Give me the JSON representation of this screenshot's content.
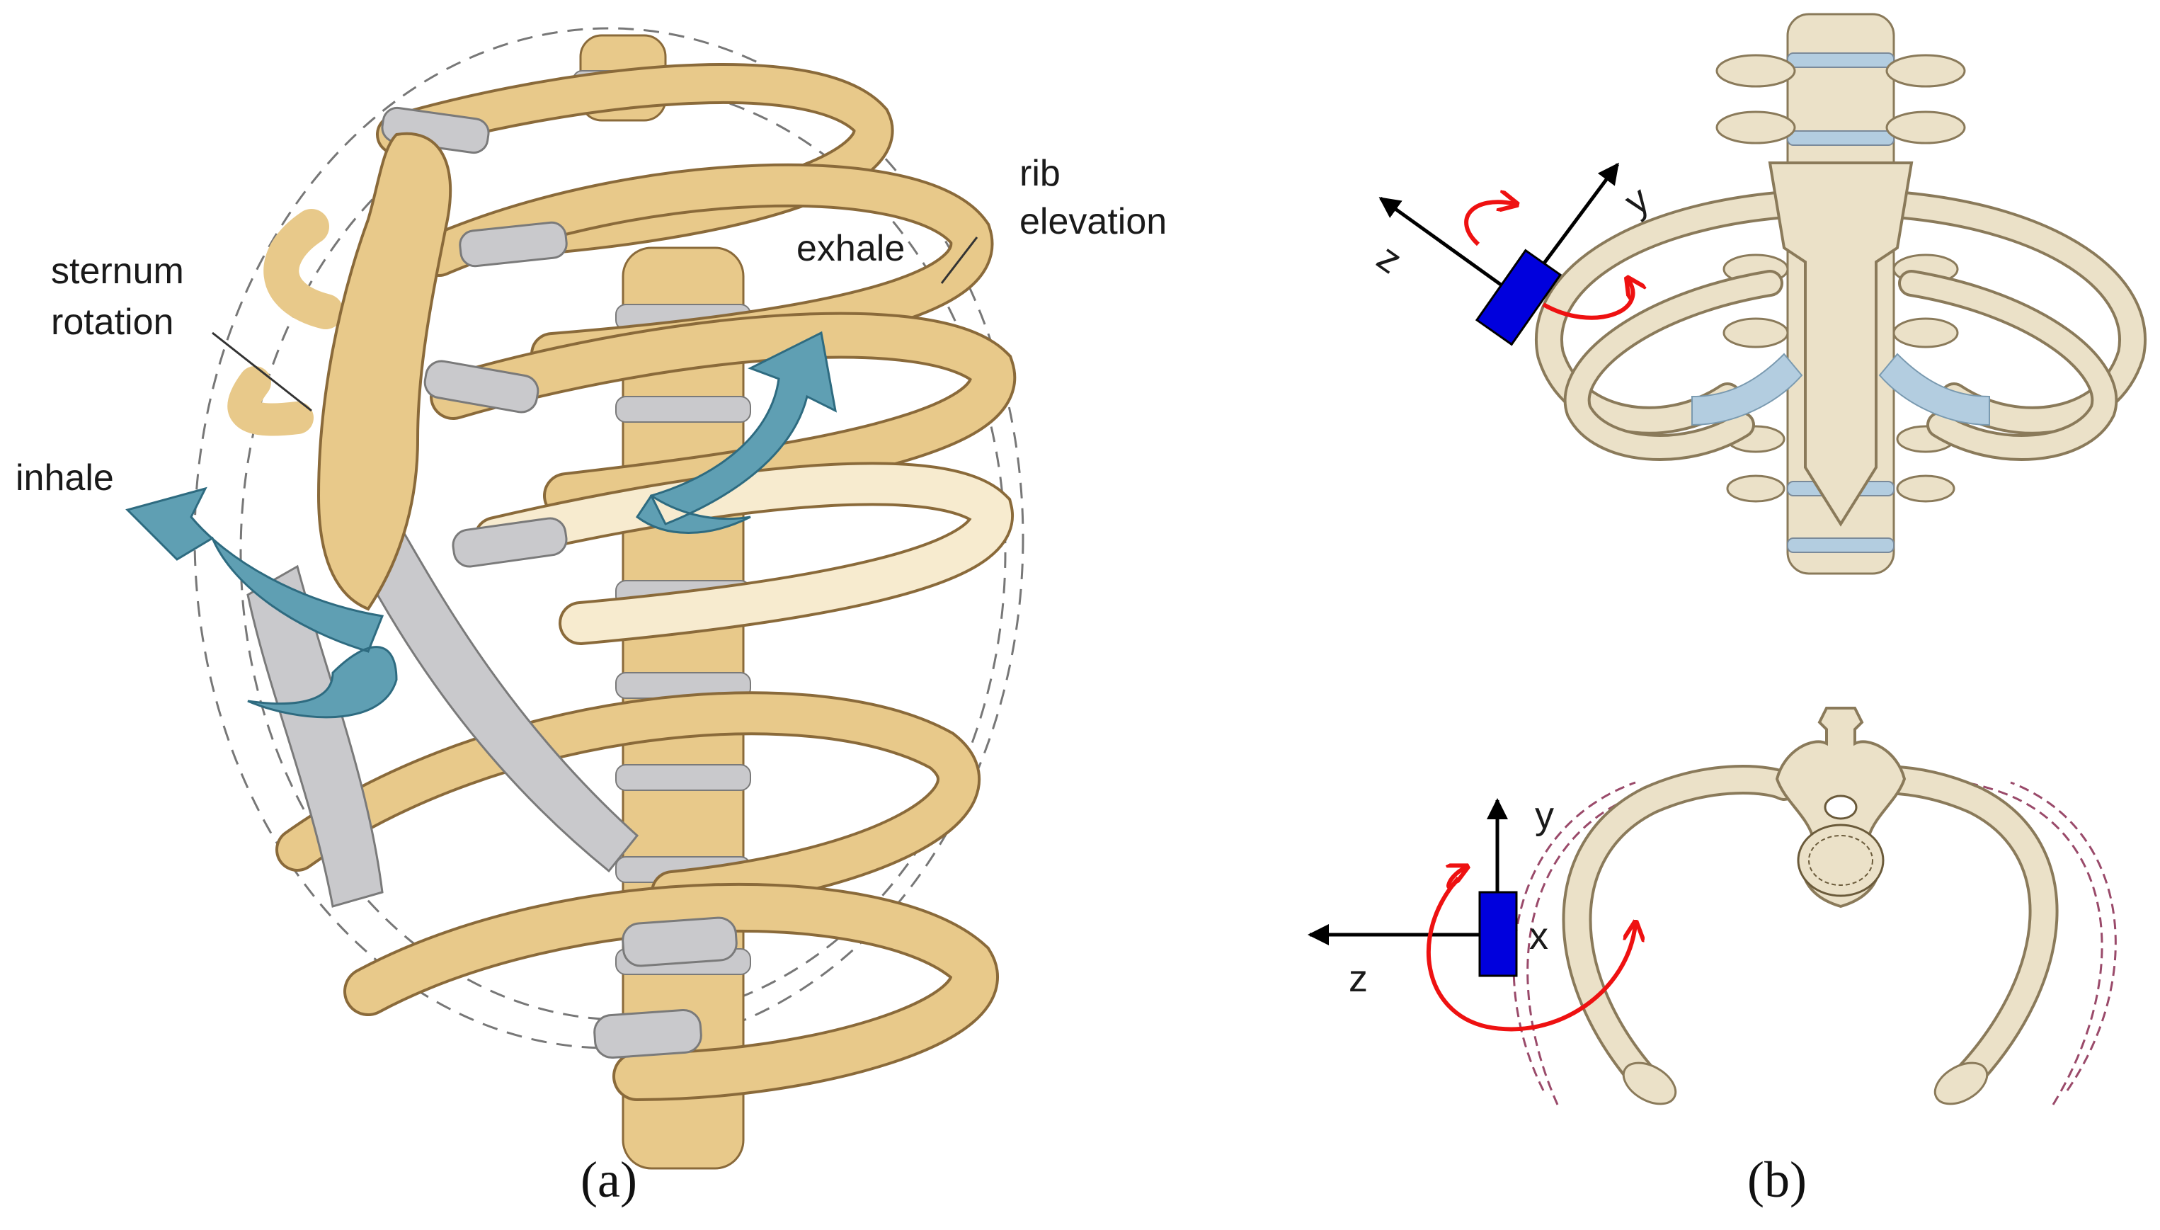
{
  "panel_a": {
    "caption": "(a)",
    "labels": {
      "sternum_rotation_1": "sternum",
      "sternum_rotation_2": "rotation",
      "inhale": "inhale",
      "exhale": "exhale",
      "rib_elevation_1": "rib",
      "rib_elevation_2": "elevation"
    }
  },
  "panel_b": {
    "caption": "(b)",
    "top_axes": {
      "z": "z",
      "y": "y"
    },
    "bottom_axes": {
      "z": "z",
      "y": "y",
      "x": "x"
    }
  },
  "colors": {
    "bone": "#e8c98a",
    "bone_dark": "#c9a054",
    "bone_light": "#f7ebcf",
    "cartilage": "#c9c9cc",
    "motion_arrow": "#5f9fb3",
    "sensor": "#0000dd",
    "rotation_arrow": "#ee1111",
    "skeleton_b": "#ebe1c8",
    "cartilage_b": "#b3cde0"
  }
}
